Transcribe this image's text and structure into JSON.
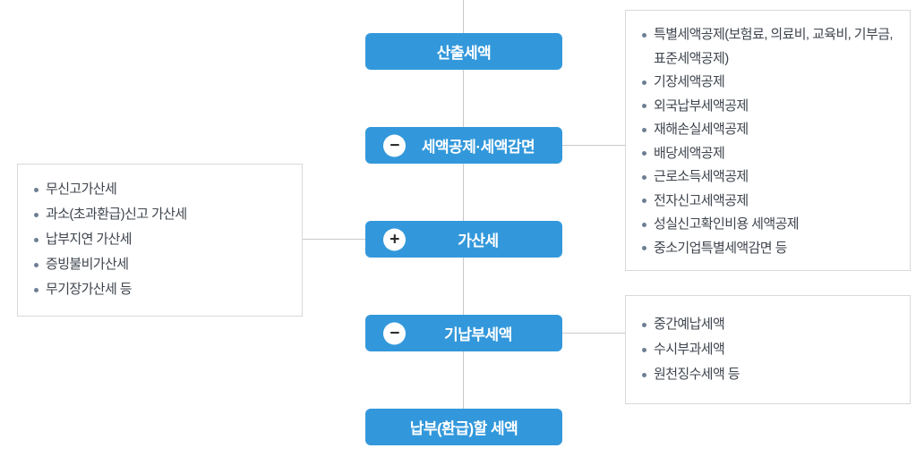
{
  "flow": {
    "steps": [
      {
        "label": "산출세액",
        "operator": ""
      },
      {
        "label": "세액공제·세액감면",
        "operator": "−"
      },
      {
        "label": "가산세",
        "operator": "+"
      },
      {
        "label": "기납부세액",
        "operator": "−"
      },
      {
        "label": "납부(환급)할 세액",
        "operator": ""
      }
    ]
  },
  "panels": {
    "credits": {
      "items": [
        "특별세액공제(보험료, 의료비, 교육비, 기부금, 표준세액공제)",
        "기장세액공제",
        "외국납부세액공제",
        "재해손실세액공제",
        "배당세액공제",
        "근로소득세액공제",
        "전자신고세액공제",
        "성실신고확인비용 세액공제",
        "중소기업특별세액감면 등"
      ]
    },
    "penalty": {
      "items": [
        "무신고가산세",
        "과소(초과환급)신고 가산세",
        "납부지연 가산세",
        "증빙불비가산세",
        "무기장가산세 등"
      ]
    },
    "prepaid": {
      "items": [
        "중간예납세액",
        "수시부과세액",
        "원천징수세액 등"
      ]
    }
  },
  "colors": {
    "accent_blue": "#3398db",
    "connector_gray": "#c9c9c9",
    "panel_border_gray": "#d9d9d9",
    "list_text": "#3f454e",
    "bullet_slate": "#6d7f92",
    "step_text": "#ffffff",
    "operator_text": "#2b2b2b"
  }
}
